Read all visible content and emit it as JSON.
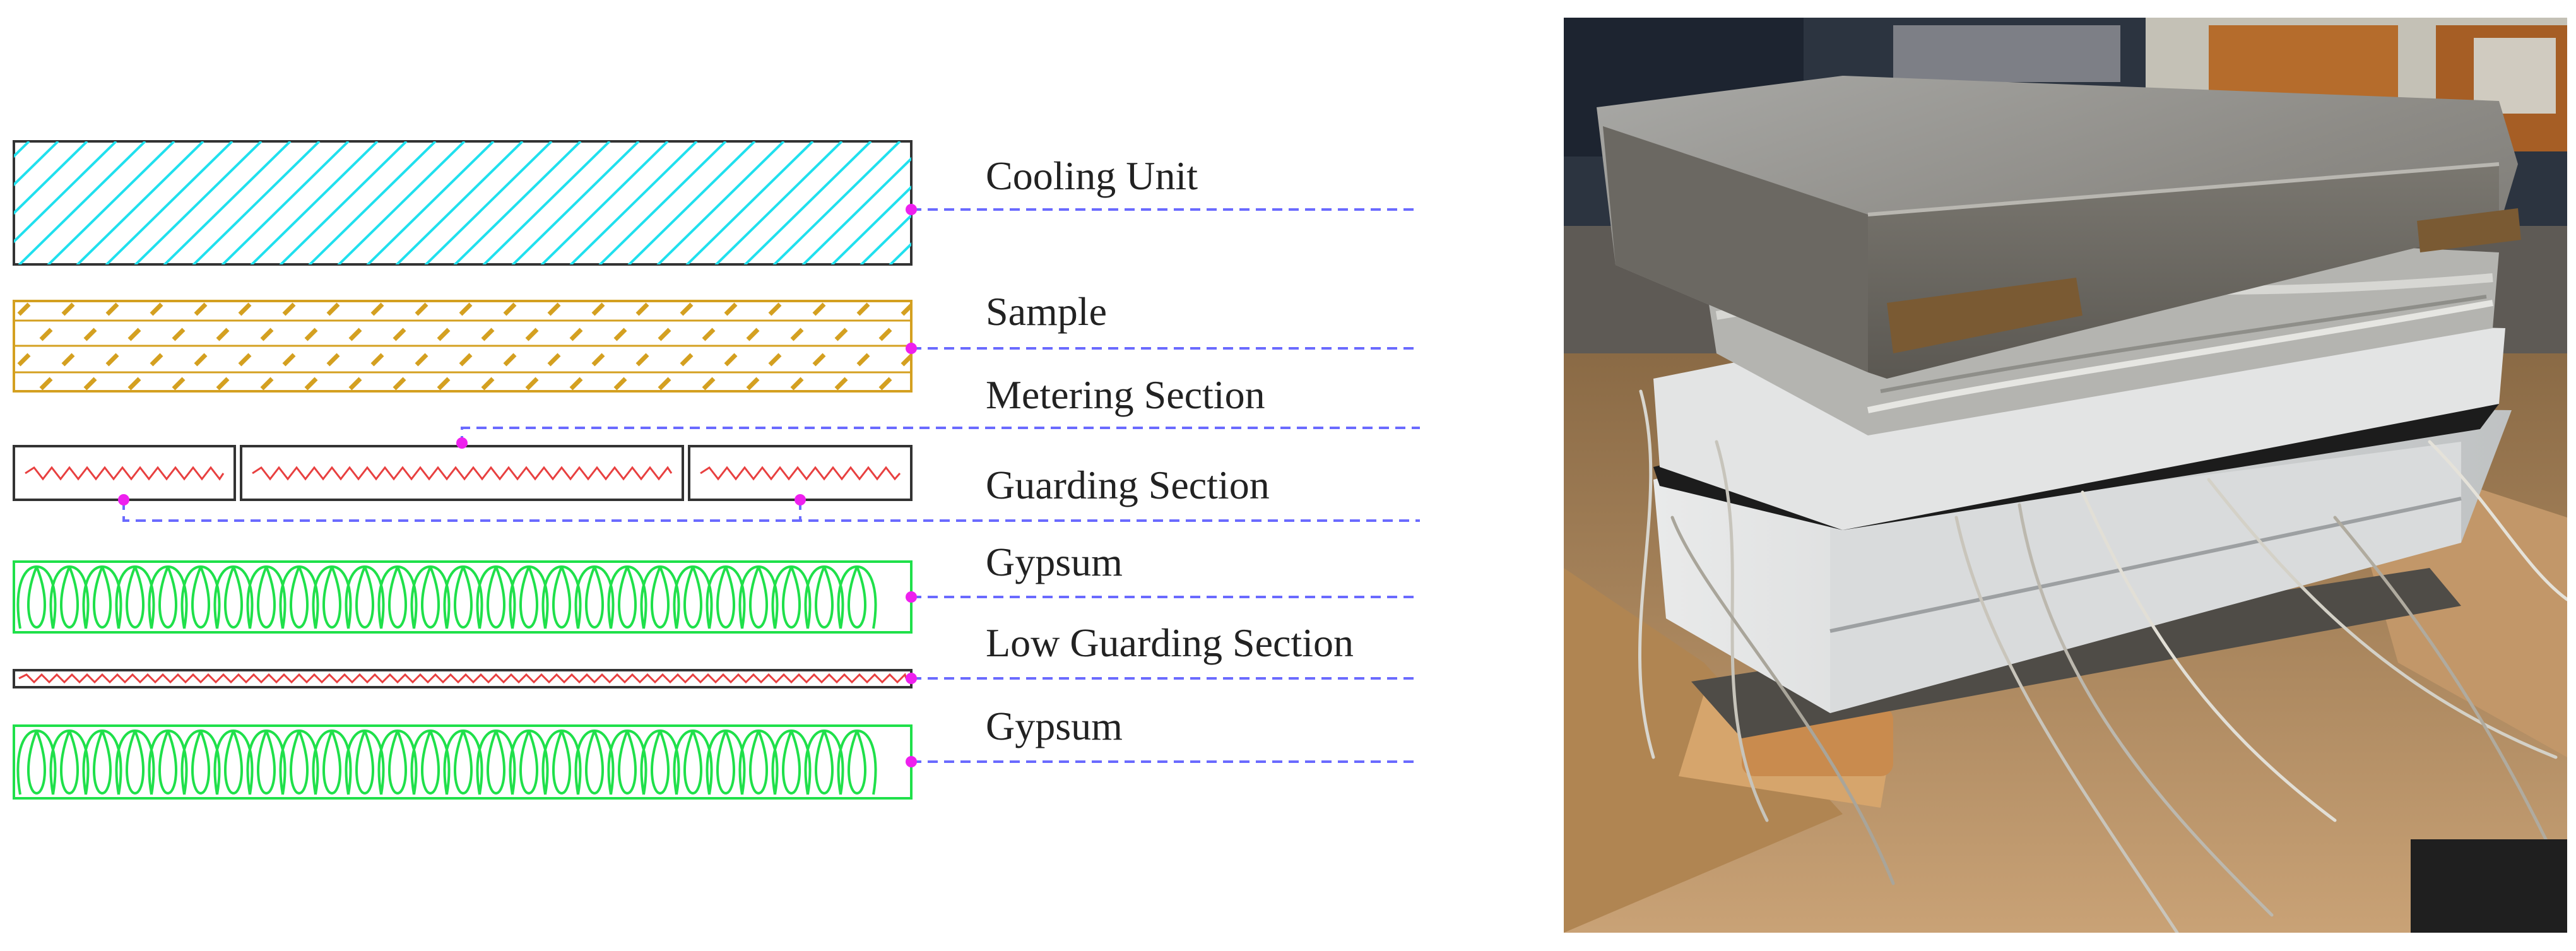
{
  "diagram": {
    "layers": [
      {
        "label": "Cooling Unit"
      },
      {
        "label": "Sample"
      },
      {
        "label": "Metering Section"
      },
      {
        "label": "Guarding Section"
      },
      {
        "label": "Gypsum"
      },
      {
        "label": "Low Guarding Section"
      },
      {
        "label": "Gypsum"
      }
    ]
  },
  "colors": {
    "cooling_hatch": "#20e0ee",
    "sample": "#d4a020",
    "heater_wire": "#e84040",
    "gypsum": "#1fe04a",
    "box_border": "#333333",
    "leader_line": "#6a6aff",
    "leader_dot": "#ee20ee"
  },
  "photo": {
    "description_icon": "apparatus-photo"
  }
}
